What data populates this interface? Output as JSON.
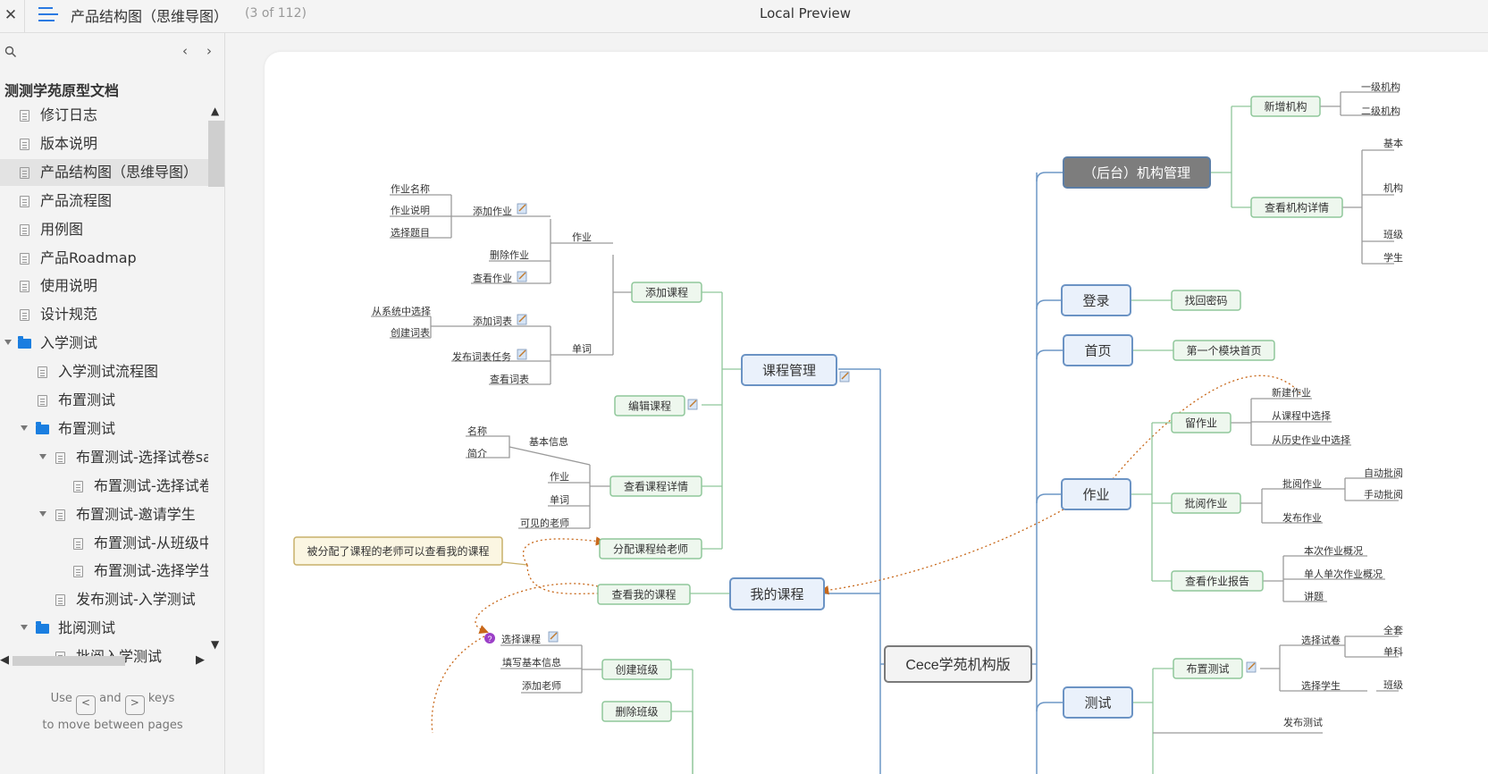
{
  "topbar": {
    "close_label": "✕",
    "page_title": "产品结构图（思维导图）",
    "page_count": "(3 of 112)",
    "app_title": "Local Preview"
  },
  "sidebar": {
    "prev_label": "‹",
    "next_label": "›",
    "root": "测测学苑原型文档",
    "items": [
      {
        "label": "修订日志",
        "type": "page"
      },
      {
        "label": "版本说明",
        "type": "page"
      },
      {
        "label": "产品结构图（思维导图）",
        "type": "page",
        "selected": true
      },
      {
        "label": "产品流程图",
        "type": "page"
      },
      {
        "label": "用例图",
        "type": "page"
      },
      {
        "label": "产品Roadmap",
        "type": "page"
      },
      {
        "label": "使用说明",
        "type": "page"
      },
      {
        "label": "设计规范",
        "type": "page"
      },
      {
        "label": "入学测试",
        "type": "folder"
      },
      {
        "label": "入学测试流程图",
        "type": "page"
      },
      {
        "label": "布置测试",
        "type": "page"
      },
      {
        "label": "布置测试",
        "type": "folder"
      },
      {
        "label": "布置测试-选择试卷sa",
        "type": "page"
      },
      {
        "label": "布置测试-选择试卷",
        "type": "page"
      },
      {
        "label": "布置测试-邀请学生",
        "type": "page"
      },
      {
        "label": "布置测试-从班级中",
        "type": "page"
      },
      {
        "label": "布置测试-选择学生",
        "type": "page"
      },
      {
        "label": "发布测试-入学测试",
        "type": "page"
      },
      {
        "label": "批阅测试",
        "type": "folder"
      },
      {
        "label": "批阅入学测试",
        "type": "page"
      }
    ],
    "hint_use": "Use",
    "hint_and": "and",
    "hint_keys": "keys",
    "hint_line2": "to move between pages",
    "key_left": "<",
    "key_right": ">"
  },
  "mindmap": {
    "center": "Cece学苑机构版",
    "main_nodes": {
      "course_mgmt": "课程管理",
      "my_courses": "我的课程",
      "org_mgmt": "（后台）机构管理",
      "login": "登录",
      "home": "首页",
      "homework": "作业",
      "test": "测试"
    },
    "sub_nodes": {
      "add_course": "添加课程",
      "edit_course": "编辑课程",
      "view_course_detail": "查看课程详情",
      "assign_teacher": "分配课程给老师",
      "view_my_course": "查看我的课程",
      "create_class": "创建班级",
      "delete_class": "删除班级",
      "add_org": "新增机构",
      "view_org_detail": "查看机构详情",
      "find_password": "找回密码",
      "first_module": "第一个模块首页",
      "leave_homework": "留作业",
      "review_homework": "批阅作业",
      "view_hw_report": "查看作业报告",
      "assign_test": "布置测试"
    },
    "leaves": {
      "hw_name": "作业名称",
      "hw_desc": "作业说明",
      "choose_q": "选择题目",
      "add_hw": "添加作业",
      "del_hw": "删除作业",
      "view_hw": "查看作业",
      "homework": "作业",
      "from_system": "从系统中选择",
      "create_wordlist": "创建词表",
      "add_wordlist": "添加词表",
      "publish_wordlist": "发布词表任务",
      "view_wordlist": "查看词表",
      "words": "单词",
      "name": "名称",
      "intro": "简介",
      "basic_info": "基本信息",
      "hw2": "作业",
      "words2": "单词",
      "visible_teachers": "可见的老师",
      "choose_course": "选择课程",
      "fill_basic": "填写基本信息",
      "add_teacher": "添加老师",
      "lvl1_org": "一级机构",
      "lvl2_org": "二级机构",
      "basic": "基本",
      "org": "机构",
      "class": "班级",
      "student": "学生",
      "new_hw": "新建作业",
      "from_course": "从课程中选择",
      "from_history": "从历史作业中选择",
      "auto_review": "自动批阅",
      "manual_review": "手动批阅",
      "review_hw_leaf": "批阅作业",
      "publish_hw": "发布作业",
      "this_overview": "本次作业概况",
      "single_overview": "单人单次作业概况",
      "explain": "讲题",
      "choose_paper": "选择试卷",
      "full": "全套",
      "single": "单科",
      "choose_student": "选择学生",
      "class2": "班级",
      "publish_test": "发布测试"
    },
    "callout": "被分配了课程的老师可以查看我的课程"
  }
}
